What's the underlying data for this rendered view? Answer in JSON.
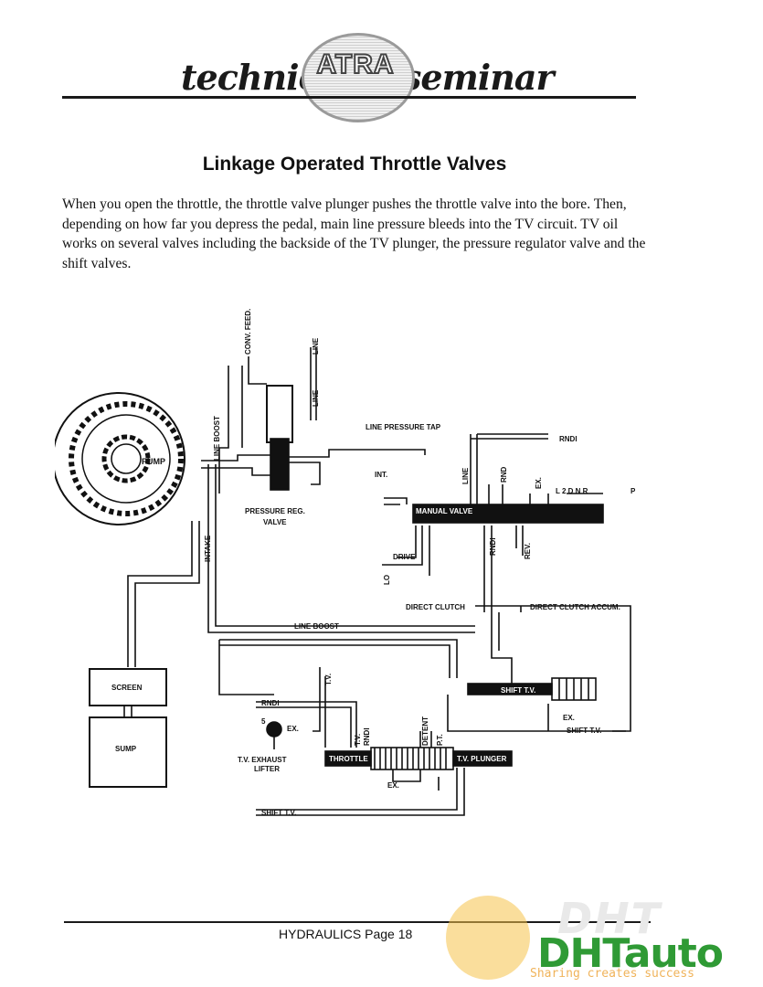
{
  "header": {
    "left_word": "technical",
    "right_word": "seminar",
    "logo_text": "ATRA"
  },
  "title": "Linkage Operated Throttle Valves",
  "paragraph": "When you open the throttle, the throttle valve plunger pushes the throttle valve into the bore. Then, depending on how far you depress the pedal, main line pressure bleeds into the TV circuit.  TV oil works on several valves including the backside of the TV plunger, the pressure regulator valve and the shift valves.",
  "diagram": {
    "labels": {
      "conv_feed": "CONV. FEED.",
      "line_top": "LINE",
      "line_mid": "LINE",
      "line_boost": "LINE BOOST",
      "pump": "PUMP",
      "pressure_reg": "PRESSURE REG.",
      "valve": "VALVE",
      "intake": "INTAKE",
      "line_pressure_tap": "LINE PRESSURE TAP",
      "rndl_top": "RNDl",
      "int": "INT.",
      "line_manual": "LINE",
      "rnd": "RND",
      "ex_manual": "EX.",
      "gear_letters": "L  2  D  N  R",
      "p": "P",
      "manual_valve": "MANUAL VALVE",
      "drive": "DRIVE",
      "lo": "LO",
      "rndl_manual": "RNDl",
      "rev": "REV.",
      "direct_clutch": "DIRECT CLUTCH",
      "direct_clutch_accum": "DIRECT CLUTCH ACCUM.",
      "line_boost_mid": "LINE BOOST",
      "screen": "SCREEN",
      "sump": "SUMP",
      "tv_label": "T.V.",
      "shift_tv": "SHIFT T.V.",
      "ex_shift": "EX.",
      "shift_tv_right": "SHIFT T.V.",
      "rndl_low": "RNDl",
      "num_five": "5",
      "ex_lifter": "EX.",
      "tv_small": "T.V.",
      "rndl_small": "RNDl",
      "detent": "DETENT",
      "pt": "P.T.",
      "tv_exhaust": "T.V. EXHAUST",
      "lifter": "LIFTER",
      "throttle": "THROTTLE",
      "tv_plunger": "T.V. PLUNGER",
      "ex_throttle": "EX.",
      "shift_tv_bottom": "SHIFT T.V."
    }
  },
  "footer": "HYDRAULICS Page 18",
  "watermark": {
    "big": "DHT",
    "brand": "DHTauto",
    "tagline": "Sharing creates success"
  }
}
